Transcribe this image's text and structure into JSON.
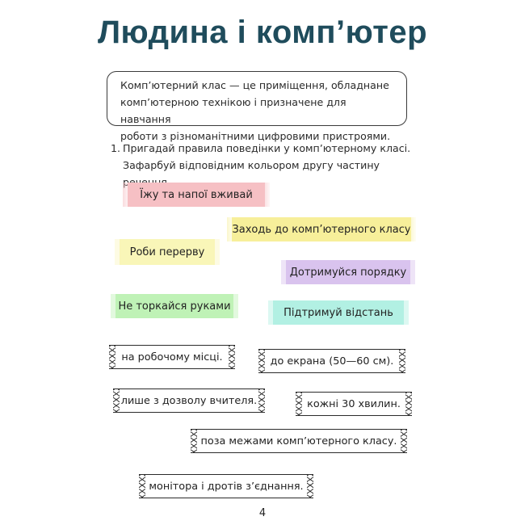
{
  "title": "Людина і комп’ютер",
  "definition": {
    "lines": [
      "Комп’ютерний клас — це приміщення, обладнане",
      "комп’ютерною технікою і призначене для навчання",
      "роботи з різноманітними цифровими пристроями."
    ]
  },
  "task": {
    "number": "1.",
    "lines": [
      "Пригадай правила поведінки у комп’ютерному класі.",
      "Зафарбуй відповідним кольором другу частину речення."
    ]
  },
  "sentence_starts": [
    {
      "text": "Їжу та напої вживай",
      "color": "#f6c0c4"
    },
    {
      "text": "Заходь до комп’ютерного класу",
      "color": "#f7ef9a"
    },
    {
      "text": "Роби перерву",
      "color": "#f9f6b8"
    },
    {
      "text": "Дотримуйся порядку",
      "color": "#d9c3ee"
    },
    {
      "text": "Не торкайся руками",
      "color": "#bff2b6"
    },
    {
      "text": "Підтримуй відстань",
      "color": "#b2f0e3"
    }
  ],
  "sentence_ends": [
    {
      "text": "на робочому місці."
    },
    {
      "text": "до екрана (50—60 см)."
    },
    {
      "text": "лише з дозволу вчителя."
    },
    {
      "text": "кожні 30 хвилин."
    },
    {
      "text": "поза межами комп’ютерного класу."
    },
    {
      "text": "монітора і дротів з’єднання."
    }
  ],
  "page_number": "4"
}
